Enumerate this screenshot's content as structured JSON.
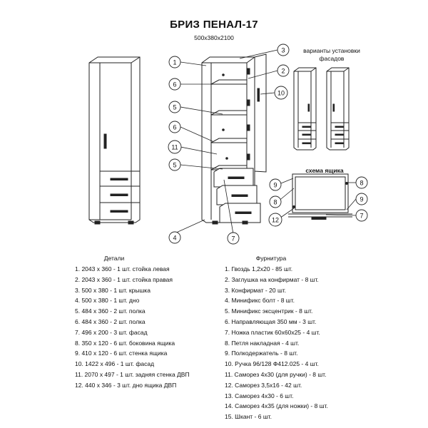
{
  "title": "БРИЗ ПЕНАЛ-17",
  "dimensions": "500x380x2100",
  "variants_label_line1": "варианты установки",
  "variants_label_line2": "фасадов",
  "drawer_scheme_label": "схема ящика",
  "details_heading": "Детали",
  "fittings_heading": "Фурнитура",
  "details": [
    "1. 2043 х 360 - 1 шт. стойка левая",
    "2. 2043 х 360 - 1 шт. стойка правая",
    "3. 500 х 380 - 1 шт. крышка",
    "4. 500 х 380 - 1 шт. дно",
    "5. 484 х 360 - 2 шт. полка",
    "6. 484 х 360 - 2 шт. полка",
    "7. 496 х 200 - 3 шт. фасад",
    "8. 350 х 120 - 6 шт. боковина ящика",
    "9. 410 х 120 - 6 шт. стенка ящика",
    "10. 1422 х 496 - 1 шт. фасад",
    "11. 2070 х 497 - 1 шт. задняя стенка ДВП",
    "12. 440 х 346 - 3 шт. дно ящика ДВП"
  ],
  "fittings": [
    "1. Гвоздь 1,2х20 - 85 шт.",
    "2. Заглушка на конфирмат - 8 шт.",
    "3. Конфирмат - 20 шт.",
    "4. Минификс болт - 8 шт.",
    "5. Минификс эксцентрик - 8 шт.",
    "6. Направляющая 350 мм - 3 шт.",
    "7. Ножка пластик 60х60х25 - 4 шт.",
    "8. Петля накладная - 4 шт.",
    "9. Полкодержатель - 8 шт.",
    "10. Ручка 96/128 Ф412.025 - 4 шт.",
    "11. Саморез 4х30 (для ручки) - 8 шт.",
    "12. Саморез 3,5х16 - 42 шт.",
    "13. Саморез 4х30 - 6 шт.",
    "14. Саморез 4х35 (для ножки) - 8 шт.",
    "15. Шкант - 6 шт."
  ],
  "callouts": {
    "c1": "1",
    "c2": "2",
    "c3": "3",
    "c4": "4",
    "c5a": "5",
    "c5b": "5",
    "c6a": "6",
    "c6b": "6",
    "c7": "7",
    "c10": "10",
    "c11": "11",
    "d9a": "9",
    "d8a": "8",
    "d8b": "8",
    "d9b": "9",
    "d12": "12",
    "d7": "7"
  }
}
